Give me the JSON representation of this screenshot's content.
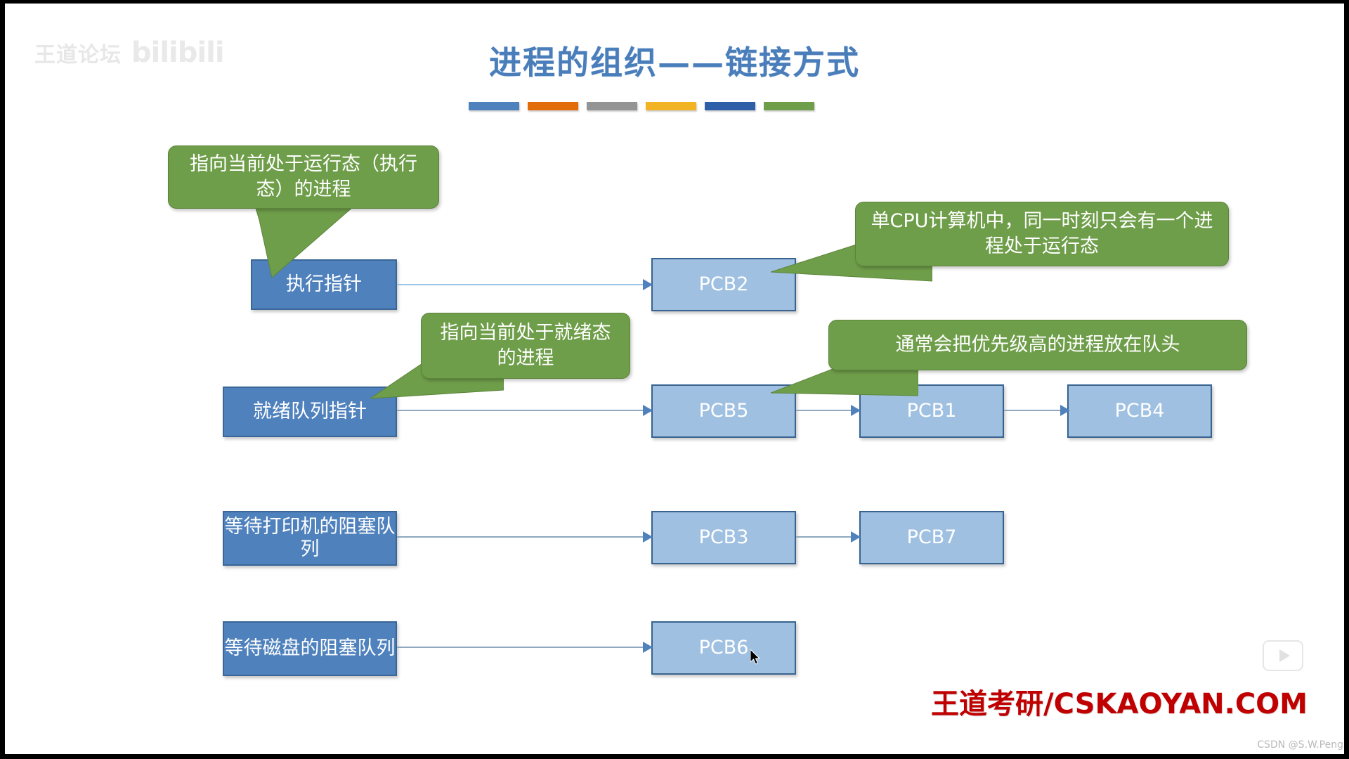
{
  "slide": {
    "title": "进程的组织——链接方式",
    "title_color": "#4a7ebb",
    "accent_bars": [
      "#4f81bd",
      "#e36c0a",
      "#949494",
      "#f2b324",
      "#2e5ea8",
      "#6f9e4a"
    ],
    "background": "#ffffff"
  },
  "watermarks": {
    "top_left_text": "王道论坛",
    "top_left_logo": "bilibili",
    "bottom_right": "王道考研/CSKAOYAN.COM",
    "bottom_right_color": "#c00000",
    "csdn": "CSDN @S.W.Peng"
  },
  "callouts": [
    {
      "id": "running-pointer-note",
      "text": "指向当前处于运行态（执行态）的进程",
      "color": "#6f9e4a"
    },
    {
      "id": "single-cpu-note",
      "text": "单CPU计算机中，同一时刻只会有一个进程处于运行态",
      "color": "#6f9e4a"
    },
    {
      "id": "ready-pointer-note",
      "text": "指向当前处于就绪态的进程",
      "color": "#6f9e4a"
    },
    {
      "id": "priority-head-note",
      "text": "通常会把优先级高的进程放在队头",
      "color": "#6f9e4a"
    }
  ],
  "queues": [
    {
      "id": "execution",
      "pointer_label": "执行指针",
      "nodes": [
        "PCB2"
      ]
    },
    {
      "id": "ready",
      "pointer_label": "就绪队列指针",
      "nodes": [
        "PCB5",
        "PCB1",
        "PCB4"
      ]
    },
    {
      "id": "printer-block",
      "pointer_label": "等待打印机的阻塞队列",
      "nodes": [
        "PCB3",
        "PCB7"
      ]
    },
    {
      "id": "disk-block",
      "pointer_label": "等待磁盘的阻塞队列",
      "nodes": [
        "PCB6"
      ]
    }
  ],
  "colors": {
    "pointer_fill": "#4f81bd",
    "pointer_border": "#3a6698",
    "pcb_fill": "#9fc0e1",
    "pcb_border": "#39638f",
    "connector": "#9dc3e6"
  },
  "player": {
    "play_icon": "play-icon"
  }
}
